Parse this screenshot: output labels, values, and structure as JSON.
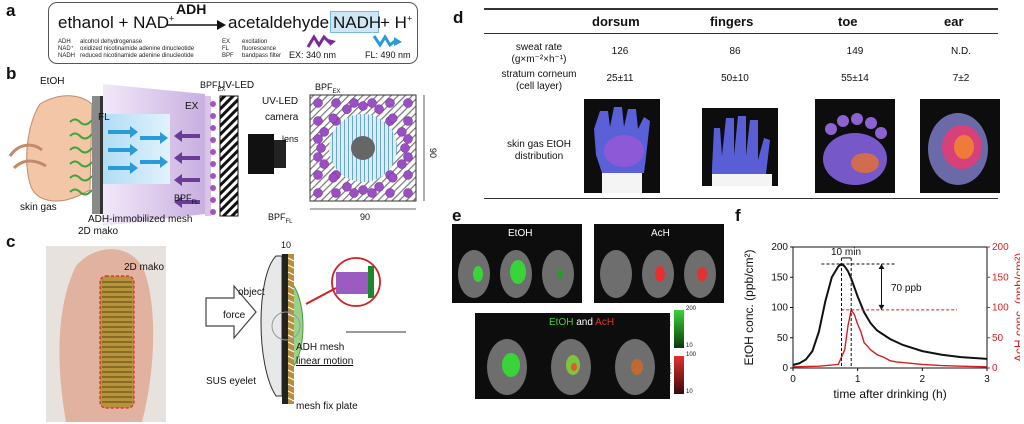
{
  "panel_a": {
    "letter": "a",
    "equation_left": "ethanol + NAD",
    "plus_sup": "+",
    "enzyme": "ADH",
    "equation_right": "acetaldehyde +",
    "nadh": "NADH",
    "equation_end": "+ H",
    "legend_left": [
      {
        "abbr": "ADH",
        "desc": "alcohol dehydrogenase"
      },
      {
        "abbr": "NAD⁺",
        "desc": "oxidized nicotinamide adenine dinucleotide"
      },
      {
        "abbr": "NADH",
        "desc": "reduced nicotinamide adenine dinucleotide"
      }
    ],
    "legend_right": [
      {
        "abbr": "EX",
        "desc": "excitation"
      },
      {
        "abbr": "FL",
        "desc": "fluorescence"
      },
      {
        "abbr": "BPF",
        "desc": "bandpass filter"
      }
    ],
    "ex_label": "EX: 340 nm",
    "fl_label": "FL: 490 nm",
    "colors": {
      "ex": "#7a2a9a",
      "fl": "#2a9ad8",
      "nadh_box": "#cfe6f5"
    }
  },
  "panel_b": {
    "letter": "b",
    "etoh": "EtOH",
    "fl": "FL",
    "ex": "EX",
    "bpf_ex": "BPF",
    "bpf_ex_sub": "EX",
    "bpf_fl": "BPF",
    "bpf_fl_sub": "FL",
    "uv_led": "UV-LED",
    "camera": "camera",
    "lens": "lens",
    "skin_gas": "skin gas",
    "adh_mesh": "ADH-immobilized mesh",
    "mako": "2D mako",
    "dim_w": "90",
    "dim_h": "90",
    "uv_led_right": "UV-LED",
    "bpf_ex_right": "BPF",
    "bpf_ex_right_sub": "EX",
    "bpf_fl_right": "BPF",
    "bpf_fl_right_sub": "FL"
  },
  "panel_c": {
    "letter": "c",
    "mako": "2D mako",
    "dim": "10",
    "object": "object",
    "force": "force",
    "adh_mesh": "ADH mesh",
    "linear_motion": "linear motion",
    "sus_eyelet": "SUS eyelet",
    "mesh_fix": "mesh fix plate"
  },
  "panel_d": {
    "letter": "d",
    "columns": [
      "dorsum",
      "fingers",
      "toe",
      "ear"
    ],
    "rows": [
      {
        "label": "sweat rate",
        "label2": "(g×m⁻²×h⁻¹)",
        "values": [
          "126",
          "86",
          "149",
          "N.D."
        ]
      },
      {
        "label": "stratum corneum",
        "label2": "(cell layer)",
        "values": [
          "25±11",
          "50±10",
          "55±14",
          "7±2"
        ]
      },
      {
        "label": "skin gas EtOH",
        "label2": "distribution",
        "values": []
      }
    ]
  },
  "panel_e": {
    "letter": "e",
    "top_left_title": "EtOH",
    "top_right_title": "AcH",
    "bottom_title_1": "EtOH",
    "bottom_title_and": " and ",
    "bottom_title_2": "AcH",
    "bar1_top": "200",
    "bar1_bottom": "10",
    "bar1_label": "EtOH (ppb)",
    "bar2_top": "100",
    "bar2_bottom": "10",
    "bar2_label": "AcH (ppb)",
    "colors": {
      "etoh": "#39d43a",
      "ach": "#e53030"
    }
  },
  "panel_f": {
    "letter": "f",
    "annotation_time": "10 min",
    "annotation_ppb": "70 ppb",
    "colors": {
      "etoh": "#111111",
      "ach": "#d42020"
    }
  },
  "chart_data": {
    "type": "line",
    "xlabel": "time after drinking (h)",
    "ylabel_left": "EtOH conc. (ppb/cm²)",
    "ylabel_right": "AcH conc. (ppb/cm²)",
    "xlim": [
      0,
      3
    ],
    "ylim_left": [
      0,
      200
    ],
    "ylim_right": [
      0,
      200
    ],
    "x_ticks": [
      "0",
      "1",
      "2",
      "3"
    ],
    "y_ticks_left": [
      "0",
      "50",
      "100",
      "150",
      "200"
    ],
    "y_ticks_right": [
      "0",
      "50",
      "100",
      "150",
      "200"
    ],
    "series": [
      {
        "axis": "left",
        "x": [
          0,
          0.1,
          0.2,
          0.3,
          0.4,
          0.5,
          0.6,
          0.7,
          0.75,
          0.8,
          0.85,
          0.9,
          1.0,
          1.1,
          1.2,
          1.3,
          1.5,
          1.7,
          2.0,
          2.3,
          2.6,
          3.0
        ],
        "y": [
          5,
          8,
          14,
          28,
          60,
          110,
          150,
          168,
          172,
          168,
          160,
          148,
          118,
          92,
          74,
          62,
          48,
          38,
          28,
          22,
          18,
          15
        ]
      },
      {
        "axis": "right",
        "x": [
          0,
          0.4,
          0.7,
          0.8,
          0.85,
          0.9,
          0.95,
          1.0,
          1.05,
          1.1,
          1.15,
          1.2,
          1.3,
          1.4,
          1.5,
          1.6,
          1.8,
          2.0,
          2.3,
          2.6,
          3.0
        ],
        "y": [
          2,
          3,
          6,
          30,
          70,
          96,
          88,
          72,
          60,
          42,
          36,
          30,
          22,
          18,
          12,
          10,
          8,
          6,
          4,
          3,
          2
        ]
      }
    ]
  }
}
